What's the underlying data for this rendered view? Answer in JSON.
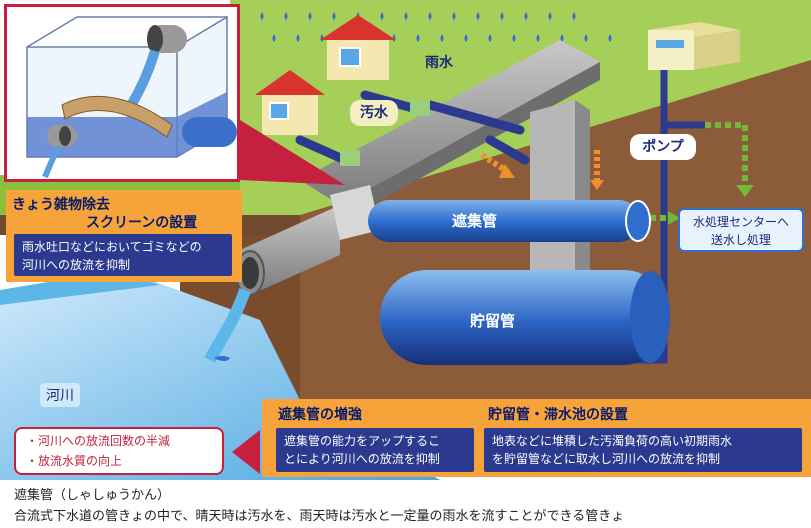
{
  "labels": {
    "rainwater": "雨水",
    "sewage": "汚水",
    "pump": "ポンプ",
    "interceptor": "遮集管",
    "storage_pipe": "貯留管",
    "river": "河川",
    "treatment": "水処理センターへ\n送水し処理"
  },
  "screen_panel": {
    "title_line1": "きょう雑物除去",
    "title_line2": "スクリーンの設置",
    "desc": "雨水吐口などにおいてゴミなどの\n河川への放流を抑制"
  },
  "interceptor_panel": {
    "title": "遮集管の増強",
    "desc": "遮集管の能力をアップするこ\nとにより河川への放流を抑制"
  },
  "storage_panel": {
    "title": "貯留管・滞水池の設置",
    "desc": "地表などに堆積した汚濁負荷の高い初期雨水\nを貯留管などに取水し河川への放流を抑制"
  },
  "results": [
    "・河川への放流回数の半減",
    "・放流水質の向上"
  ],
  "glossary": {
    "term": "遮集管（しゃしゅうかん）",
    "definition": "合流式下水道の管きょの中で、晴天時は汚水を、雨天時は汚水と一定量の雨水を流すことができる管きょ"
  }
}
